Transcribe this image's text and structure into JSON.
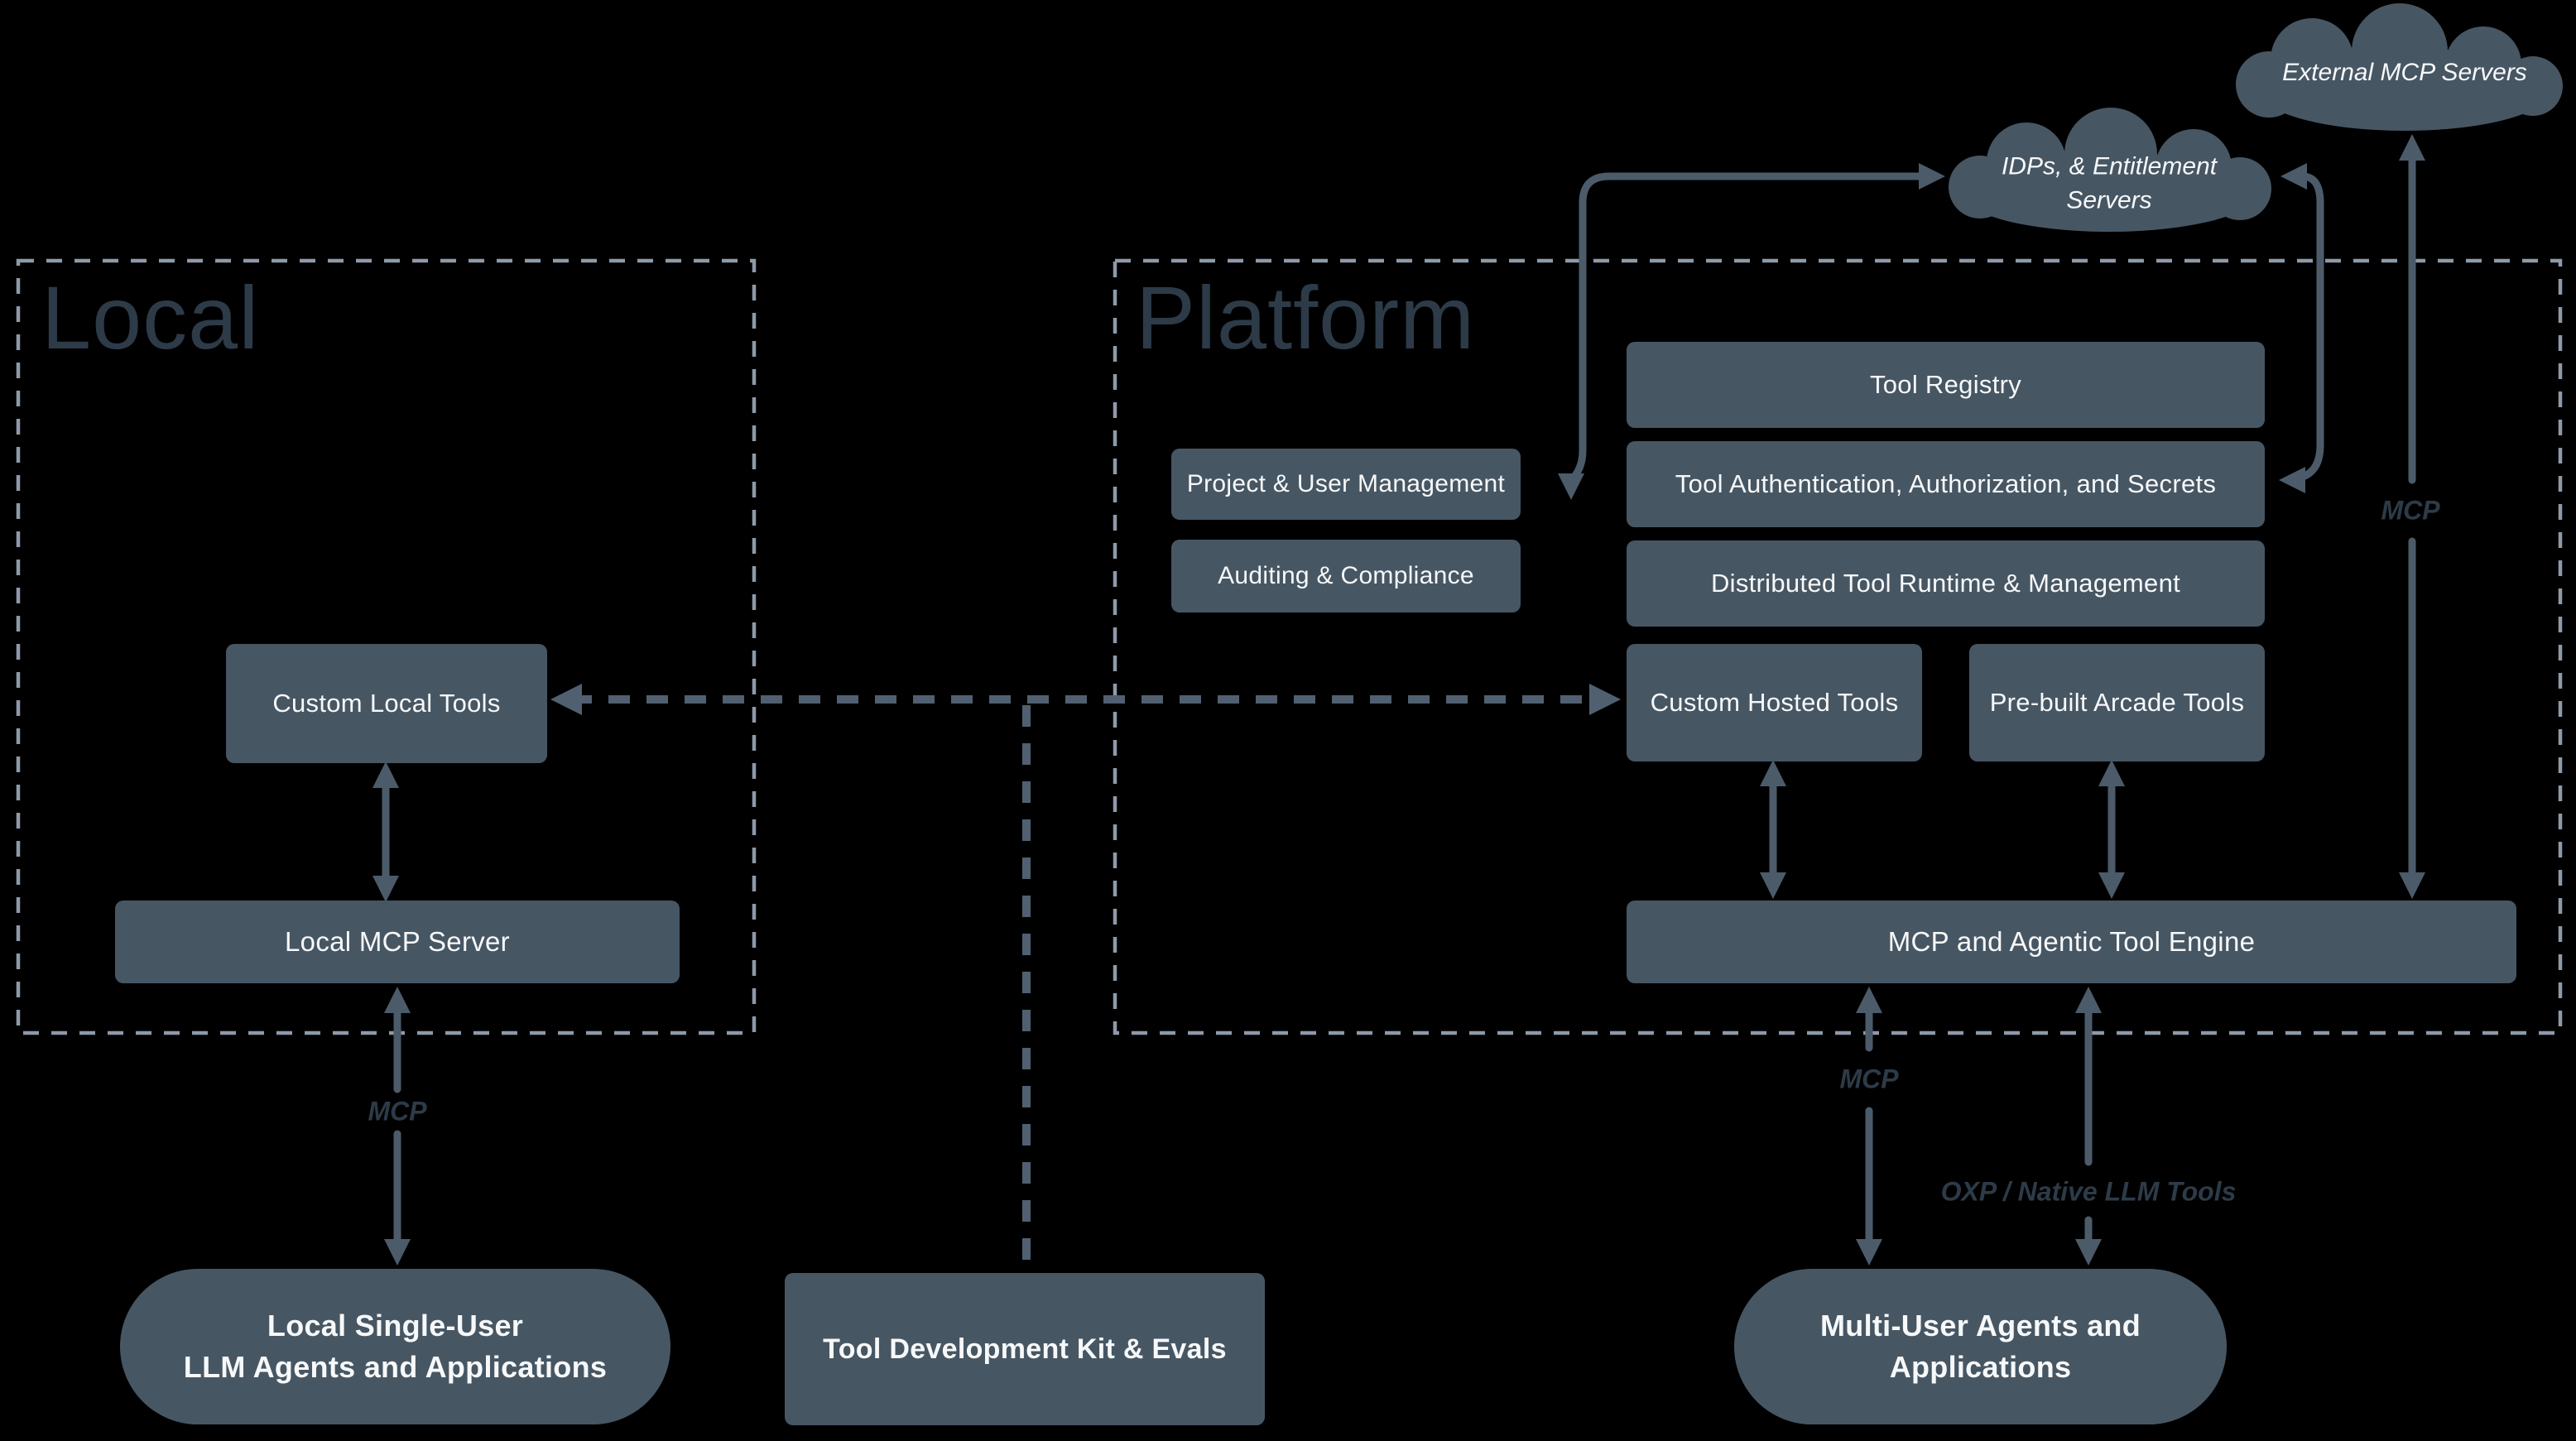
{
  "diagram_title": "Arcade-style local and platform tool-calling architecture",
  "colors": {
    "background": "#000000",
    "box_fill": "#475663",
    "light_text": "#f6f8f9",
    "muted_text": "#2d3b48",
    "arrow": "#4c5b69",
    "thick_dash": "#506070",
    "dashed_border": "#8d9aa8"
  },
  "sections": {
    "local": {
      "title": "Local"
    },
    "platform": {
      "title": "Platform"
    }
  },
  "clouds": {
    "external_label": "External MCP Servers",
    "idp_label": "IDPs, & Entitlement Servers"
  },
  "boxes": {
    "tool_registry": "Tool Registry",
    "tool_auth": "Tool Authentication, Authorization, and Secrets",
    "runtime": "Distributed Tool Runtime & Management",
    "project_user_mgmt": "Project & User Management",
    "auditing": "Auditing & Compliance",
    "custom_hosted": "Custom Hosted Tools",
    "prebuilt_arcade": "Pre-built Arcade Tools",
    "engine": "MCP and Agentic Tool Engine",
    "custom_local": "Custom Local Tools",
    "local_mcp_server": "Local MCP Server"
  },
  "bottom": {
    "local_agents_line1": "Local Single-User",
    "local_agents_line2": "LLM Agents and Applications",
    "tdk": "Tool Development Kit & Evals",
    "multi_agents_line1": "Multi-User Agents and",
    "multi_agents_line2": "Applications"
  },
  "edge_labels": {
    "mcp_local": "MCP",
    "mcp_engine": "MCP",
    "mcp_external": "MCP",
    "oxp": "OXP / Native LLM Tools"
  }
}
